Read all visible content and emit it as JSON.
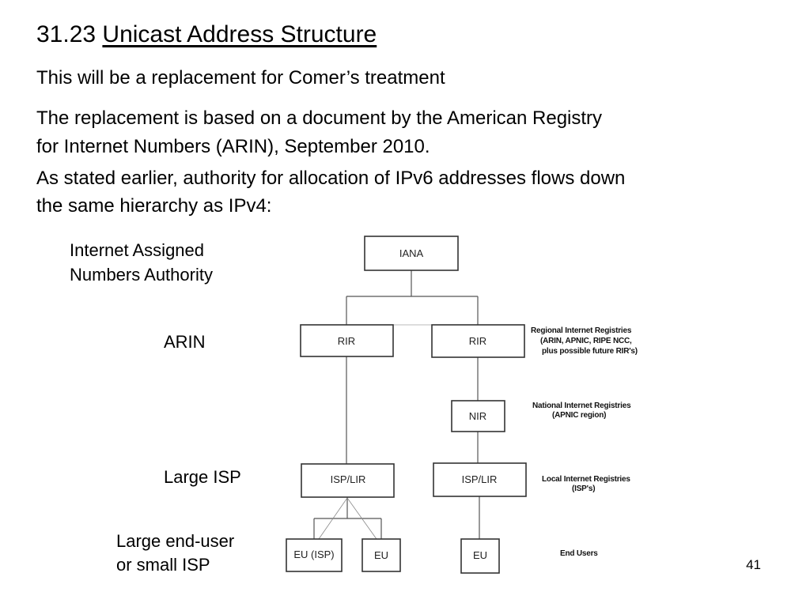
{
  "slide": {
    "title_number": "31.23",
    "title_topic": "Unicast Address Structure",
    "para1": "This will be a replacement for Comer’s treatment",
    "para2_line1": "The replacement is based on a document by the American Registry",
    "para2_line2": "for Internet Numbers (ARIN), September 2010.",
    "para3_line1": "As stated earlier, authority for allocation of IPv6 addresses flows down",
    "para3_line2": "the same hierarchy as IPv4:",
    "page_number": "41"
  },
  "left_labels": {
    "iana_line1": "Internet Assigned",
    "iana_line2": "Numbers Authority",
    "arin": "ARIN",
    "large_isp": "Large ISP",
    "enduser_line1": "Large end-user",
    "enduser_line2": "or small ISP"
  },
  "diagram": {
    "nodes": {
      "iana": "IANA",
      "rir_left": "RIR",
      "rir_right": "RIR",
      "nir": "NIR",
      "isp_left": "ISP/LIR",
      "isp_right": "ISP/LIR",
      "eu_isp": "EU (ISP)",
      "eu_mid": "EU",
      "eu_right": "EU"
    },
    "side_notes": {
      "rir_1": "Regional Internet Registries",
      "rir_2": "(ARIN, APNIC, RIPE NCC,",
      "rir_3": "plus possible future RIR's)",
      "nir_1": "National Internet Registries",
      "nir_2": "(APNIC region)",
      "lir_1": "Local Internet Registries",
      "lir_2": "(ISP's)",
      "eu_1": "End Users"
    }
  }
}
